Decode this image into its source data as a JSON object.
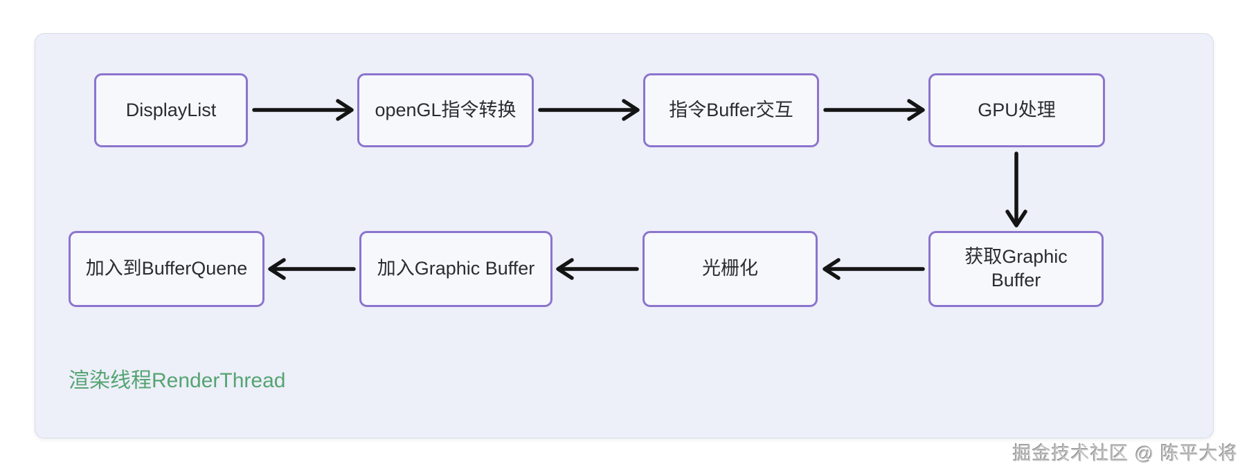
{
  "diagram": {
    "nodes": [
      {
        "id": "displaylist",
        "label": "DisplayList"
      },
      {
        "id": "opengl-convert",
        "label": "openGL指令转换"
      },
      {
        "id": "buffer-exchange",
        "label": "指令Buffer交互"
      },
      {
        "id": "gpu-process",
        "label": "GPU处理"
      },
      {
        "id": "get-graphic-buffer",
        "label": "获取Graphic Buffer"
      },
      {
        "id": "rasterize",
        "label": "光栅化"
      },
      {
        "id": "add-graphic-buffer",
        "label": "加入Graphic Buffer"
      },
      {
        "id": "add-bufferquene",
        "label": "加入到BufferQuene"
      }
    ],
    "flow_order": [
      "DisplayList",
      "openGL指令转换",
      "指令Buffer交互",
      "GPU处理",
      "获取Graphic Buffer",
      "光栅化",
      "加入Graphic Buffer",
      "加入到BufferQuene"
    ],
    "caption": "渲染线程RenderThread",
    "colors": {
      "node_border": "#8b74cd",
      "node_fill": "#f7f8fc",
      "panel_bg": "#edeff9",
      "arrow": "#141414",
      "caption_text": "#55a472"
    }
  },
  "watermark": {
    "text": "掘金技术社区 @ 陈平大将"
  }
}
